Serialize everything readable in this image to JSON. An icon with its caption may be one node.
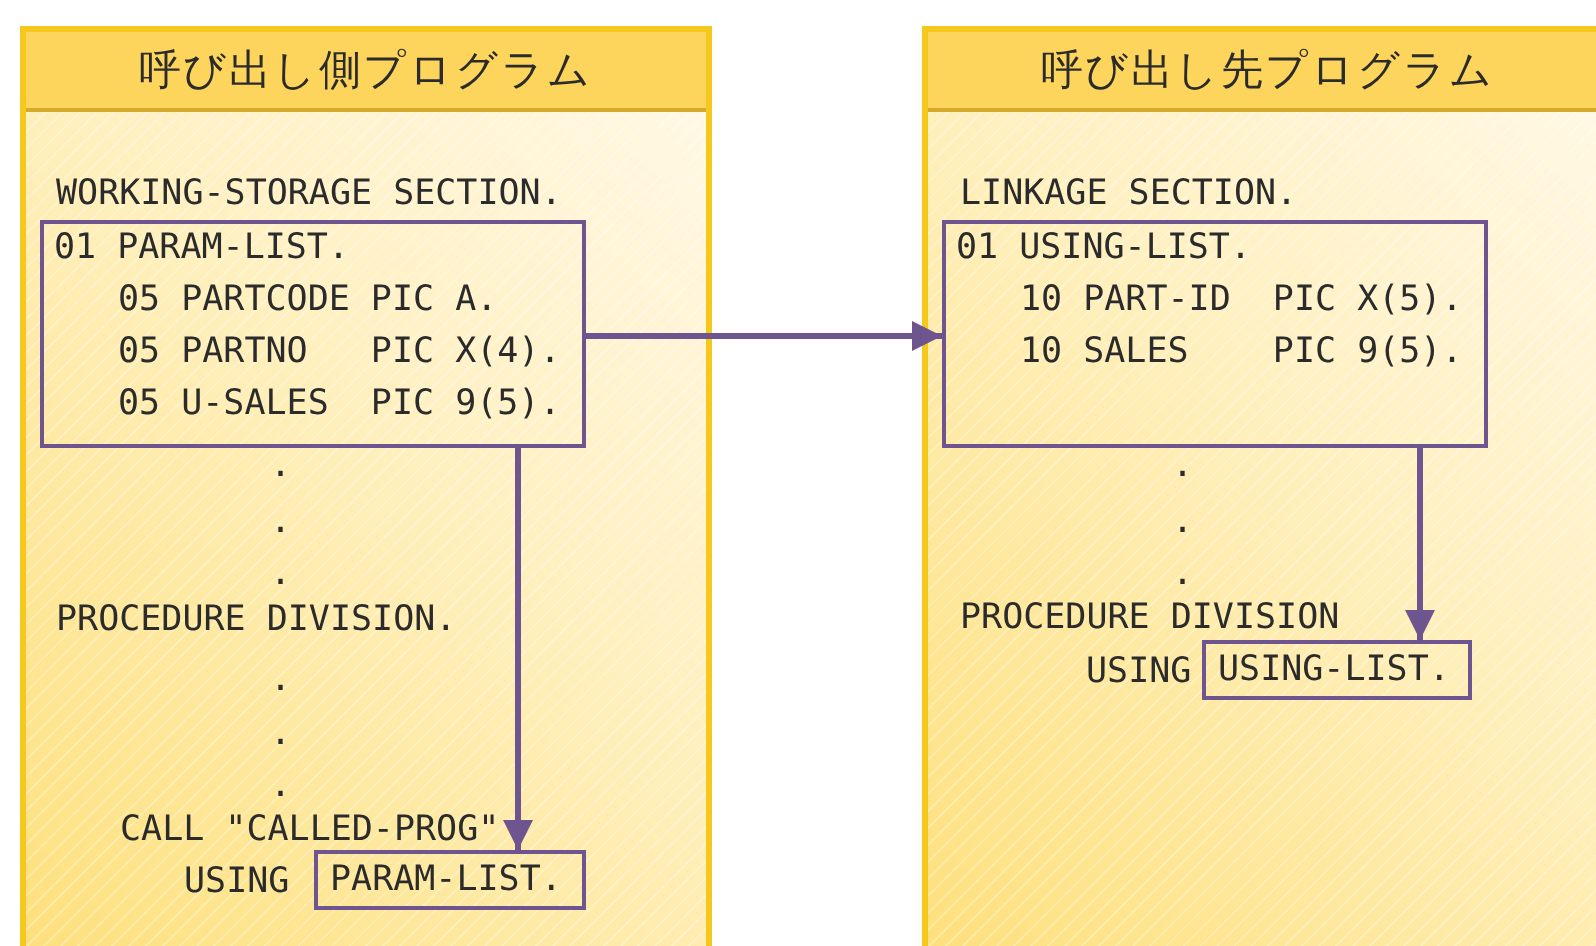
{
  "diagram": {
    "nodes": [
      {
        "text": [
          "呼び出し側プログラム"
        ]
      },
      {
        "text": [
          "01 PARAM-LIST.",
          "05 PARTCODE PIC A.",
          "05 PARTNO   PIC X(4).",
          "05 U-SALES  PIC 9(5)."
        ],
        "in": 0
      },
      {
        "text": [
          "PARAM-LIST."
        ],
        "in": 0
      },
      {
        "text": [
          "呼び出し先プログラム"
        ]
      },
      {
        "text": [
          "01 USING-LIST.",
          "10 PART-ID  PIC X(5).",
          "10 SALES    PIC 9(5)."
        ],
        "in": 3
      },
      {
        "text": [
          "USING-LIST."
        ],
        "in": 3
      }
    ],
    "edges": [
      {
        "from": 1,
        "to": 4,
        "arrow": "to"
      },
      {
        "from": 1,
        "to": 2,
        "arrow": "to"
      },
      {
        "from": 4,
        "to": 5,
        "arrow": "to"
      }
    ],
    "labels": [
      "WORKING-STORAGE SECTION.",
      ".",
      ".",
      ".",
      "PROCEDURE DIVISION.",
      ".",
      ".",
      ".",
      "CALL \"CALLED-PROG\"",
      "USING",
      "LINKAGE SECTION.",
      ".",
      ".",
      ".",
      "PROCEDURE DIVISION",
      "USING"
    ]
  }
}
